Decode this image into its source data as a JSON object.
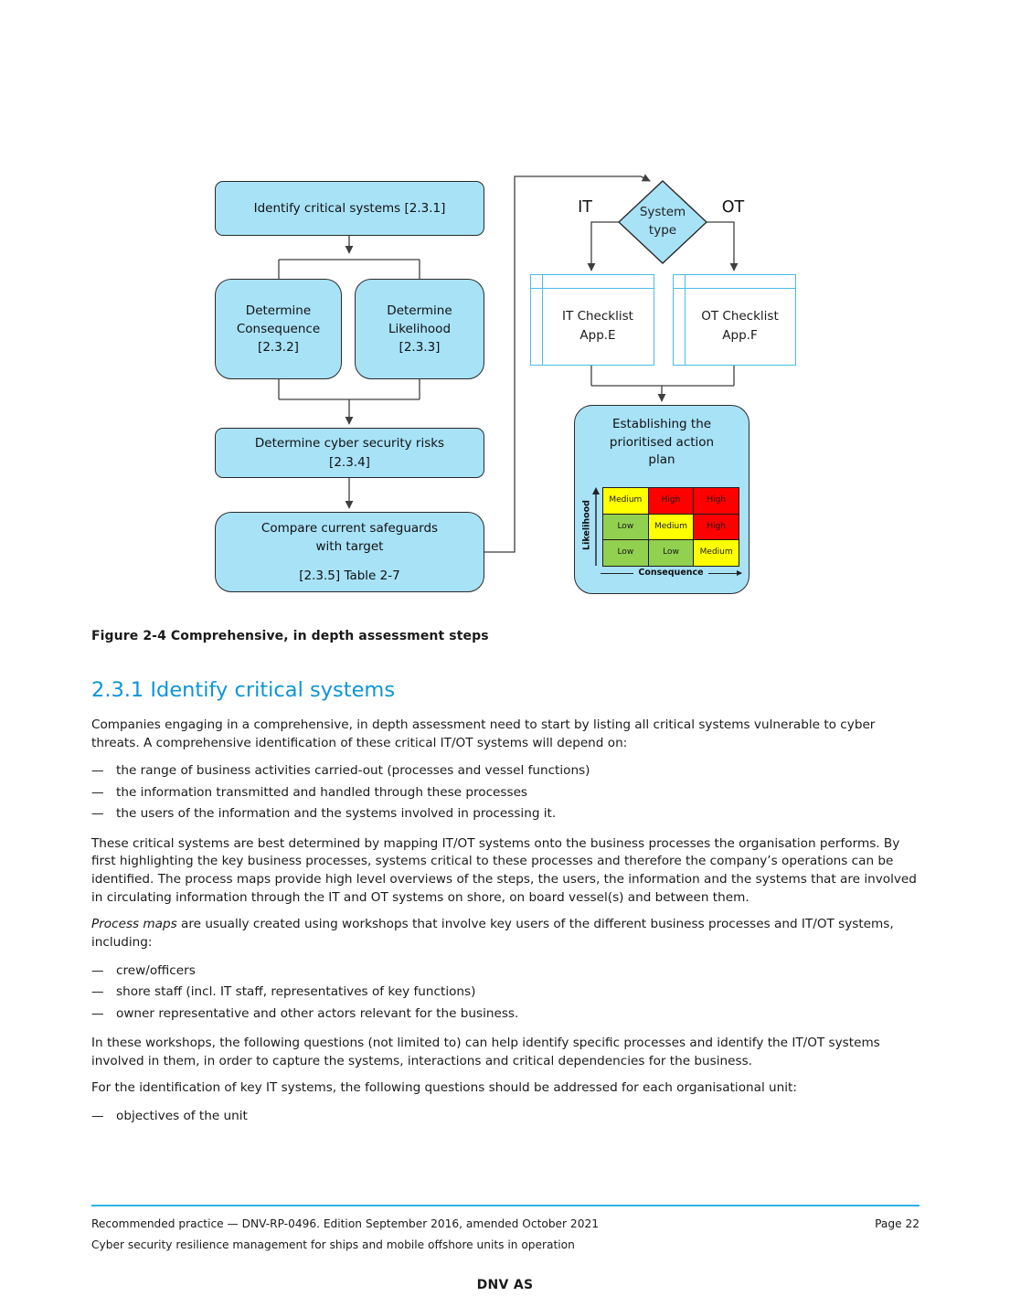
{
  "diagram": {
    "identify_box": "Identify critical systems [2.3.1]",
    "consequence_box": "Determine\nConsequence\n[2.3.2]",
    "likelihood_box": "Determine\nLikelihood\n[2.3.3]",
    "risks_box": "Determine cyber security risks\n[2.3.4]",
    "compare_box_top": "Compare current safeguards\nwith target",
    "compare_box_bottom": "[2.3.5] Table 2-7",
    "decision_label": "System\ntype",
    "branch_it": "IT",
    "branch_ot": "OT",
    "it_checklist": "IT Checklist\nApp.E",
    "ot_checklist": "OT Checklist\nApp.F",
    "action_box_title": "Establishing the\nprioritised action\nplan",
    "matrix": {
      "y_axis": "Likelihood",
      "x_axis": "Consequence",
      "rows": [
        [
          "Medium",
          "High",
          "High"
        ],
        [
          "Low",
          "Medium",
          "High"
        ],
        [
          "Low",
          "Low",
          "Medium"
        ]
      ],
      "cell_colors": [
        [
          "#ffff00",
          "#ff0000",
          "#ff0000"
        ],
        [
          "#92d050",
          "#ffff00",
          "#ff0000"
        ],
        [
          "#92d050",
          "#92d050",
          "#ffff00"
        ]
      ]
    },
    "colors": {
      "box_fill": "#a8e2f7",
      "checklist_border": "#49bce8",
      "heading_blue": "#0d95d6",
      "footer_line": "#2cb3e7"
    }
  },
  "content": {
    "figure_caption": "Figure 2-4 Comprehensive, in depth assessment steps",
    "section_heading": "2.3.1 Identify critical systems",
    "dash": "—",
    "para1": "Companies engaging in a comprehensive, in depth assessment need to start by listing all critical systems vulnerable to cyber threats. A comprehensive identification of these critical IT/OT systems will depend on:",
    "bullets1": [
      "the range of business activities carried-out (processes and vessel functions)",
      "the information transmitted and handled through these processes",
      "the users of the information and the systems involved in processing it."
    ],
    "para2": "These critical systems are best determined by mapping IT/OT systems onto the business processes the organisation performs. By first highlighting the key business processes, systems critical to these processes and therefore the company’s operations can be identified. The process maps provide high level overviews of the steps, the users, the information and the systems that are involved in circulating information through the IT and OT systems on shore, on board vessel(s) and between them.",
    "para3_lead": "Process maps",
    "para3_rest": " are usually created using workshops that involve key users of the different business processes and IT/OT systems, including:",
    "bullets2": [
      "crew/officers",
      "shore staff (incl. IT staff, representatives of key functions)",
      "owner representative and other actors relevant for the business."
    ],
    "para4": "In these workshops, the following questions (not limited to) can help identify specific processes and identify the IT/OT systems involved in them, in order to capture the systems, interactions and critical dependencies for the business.",
    "para5": "For the identification of key IT systems, the following questions should be addressed for each organisational unit:",
    "bullets3": [
      "objectives of the unit"
    ]
  },
  "footer": {
    "edition": "Recommended practice — DNV-RP-0496. Edition September 2016, amended October 2021",
    "page": "Page 22",
    "subtitle": "Cyber security resilience management for ships and mobile offshore units in operation",
    "publisher": "DNV AS"
  }
}
